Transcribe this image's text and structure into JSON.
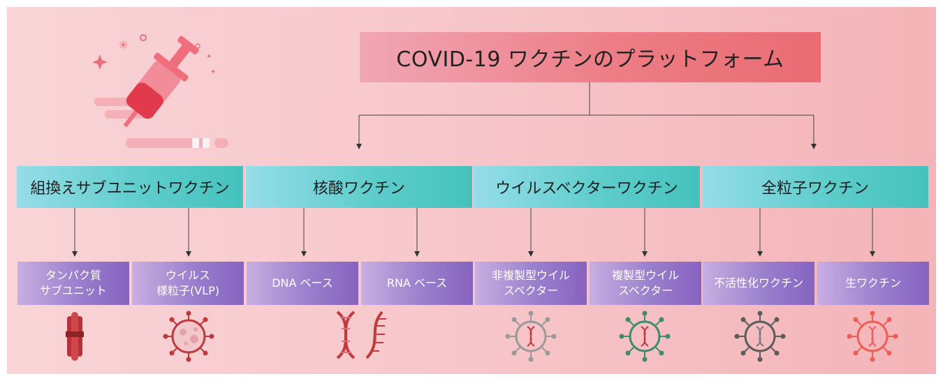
{
  "title": "COVID-19 ワクチンのプラットフォーム",
  "categories": [
    {
      "label": "組換えサブユニットワクチン"
    },
    {
      "label": "核酸ワクチン"
    },
    {
      "label": "ウイルスベクターワクチン"
    },
    {
      "label": "全粒子ワクチン"
    }
  ],
  "subtypes": [
    {
      "label": "タンパク質\nサブユニット",
      "icon": "protein-subunit-icon"
    },
    {
      "label": "ウイルス\n様粒子(VLP)",
      "icon": "vlp-virus-icon"
    },
    {
      "label": "DNA ベース",
      "icon": "dna-helix-icon"
    },
    {
      "label": "RNA ベース",
      "icon": "rna-strand-icon"
    },
    {
      "label": "非複製型ウイル\nスベクター",
      "icon": "virus-with-dna-icon"
    },
    {
      "label": "複製型ウイル\nスベクター",
      "icon": "virus-with-dna-icon"
    },
    {
      "label": "不活性化ワクチン",
      "icon": "virus-with-dna-icon"
    },
    {
      "label": "生ワクチン",
      "icon": "virus-with-dna-icon"
    }
  ],
  "colors": {
    "background_left": "#f9d4d7",
    "background_right": "#f4b4b8",
    "title_box": "#ea6b72",
    "category_box": "#45c2bd",
    "subtype_box": "#8663c0",
    "icon_red": "#c0393b",
    "icon_gray": "#9a9a9a",
    "icon_green": "#3e8c6e",
    "icon_darkgray": "#5c5c5c",
    "icon_coral": "#ec5f54"
  }
}
